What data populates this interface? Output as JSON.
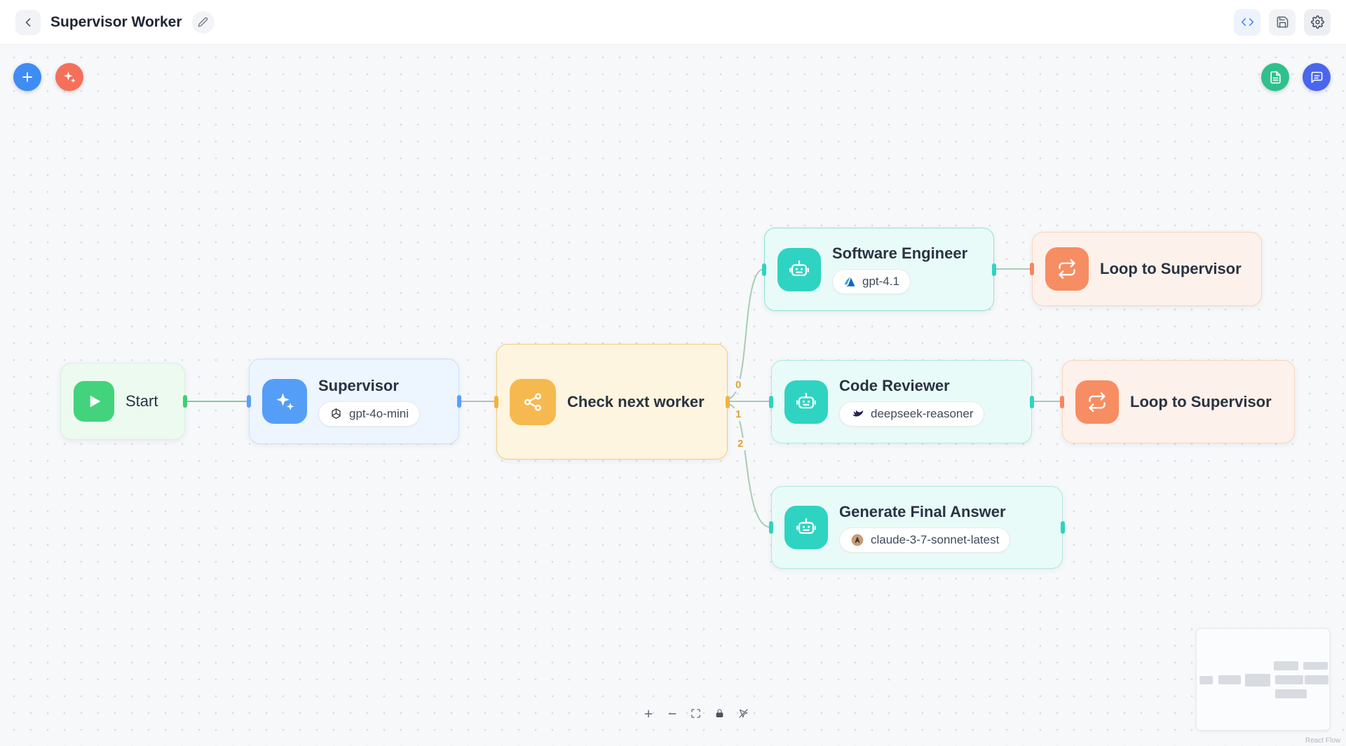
{
  "header": {
    "title": "Supervisor Worker",
    "actions": {
      "back": "chevron-left-icon",
      "edit_title": "pencil-icon",
      "code_view": "code-icon",
      "save": "save-icon",
      "settings": "gear-icon"
    }
  },
  "canvas": {
    "toolbar_left": {
      "add_button": "plus-icon",
      "ai_button": "sparkles-icon"
    },
    "toolbar_right": {
      "notes_button": "file-text-icon",
      "chat_button": "message-icon"
    },
    "nodes": {
      "start": {
        "title": "Start"
      },
      "supervisor": {
        "title": "Supervisor",
        "model": "gpt-4o-mini",
        "provider": "openai"
      },
      "check_next_worker": {
        "title": "Check next worker"
      },
      "software_engineer": {
        "title": "Software Engineer",
        "model": "gpt-4.1",
        "provider": "azure"
      },
      "code_reviewer": {
        "title": "Code Reviewer",
        "model": "deepseek-reasoner",
        "provider": "deepseek"
      },
      "generate_final_answer": {
        "title": "Generate Final Answer",
        "model": "claude-3-7-sonnet-latest",
        "provider": "anthropic"
      },
      "loop_to_supervisor_top": {
        "title": "Loop to Supervisor"
      },
      "loop_to_supervisor_bottom": {
        "title": "Loop to Supervisor"
      }
    },
    "edge_labels": {
      "branch_0": "0",
      "branch_1": "1",
      "branch_2": "2"
    },
    "controls": [
      "zoom-in",
      "zoom-out",
      "fit-view",
      "lock",
      "interactivity"
    ],
    "attribution": "React Flow"
  },
  "colors": {
    "accent_blue": "#549ef7",
    "accent_green": "#42d37c",
    "accent_teal": "#2fd3c2",
    "accent_amber": "#f6b94f",
    "accent_coral": "#f78d62",
    "accent_red": "#f4705a",
    "accent_indigo": "#4a66ec",
    "canvas_bg": "#f7f8fa"
  }
}
